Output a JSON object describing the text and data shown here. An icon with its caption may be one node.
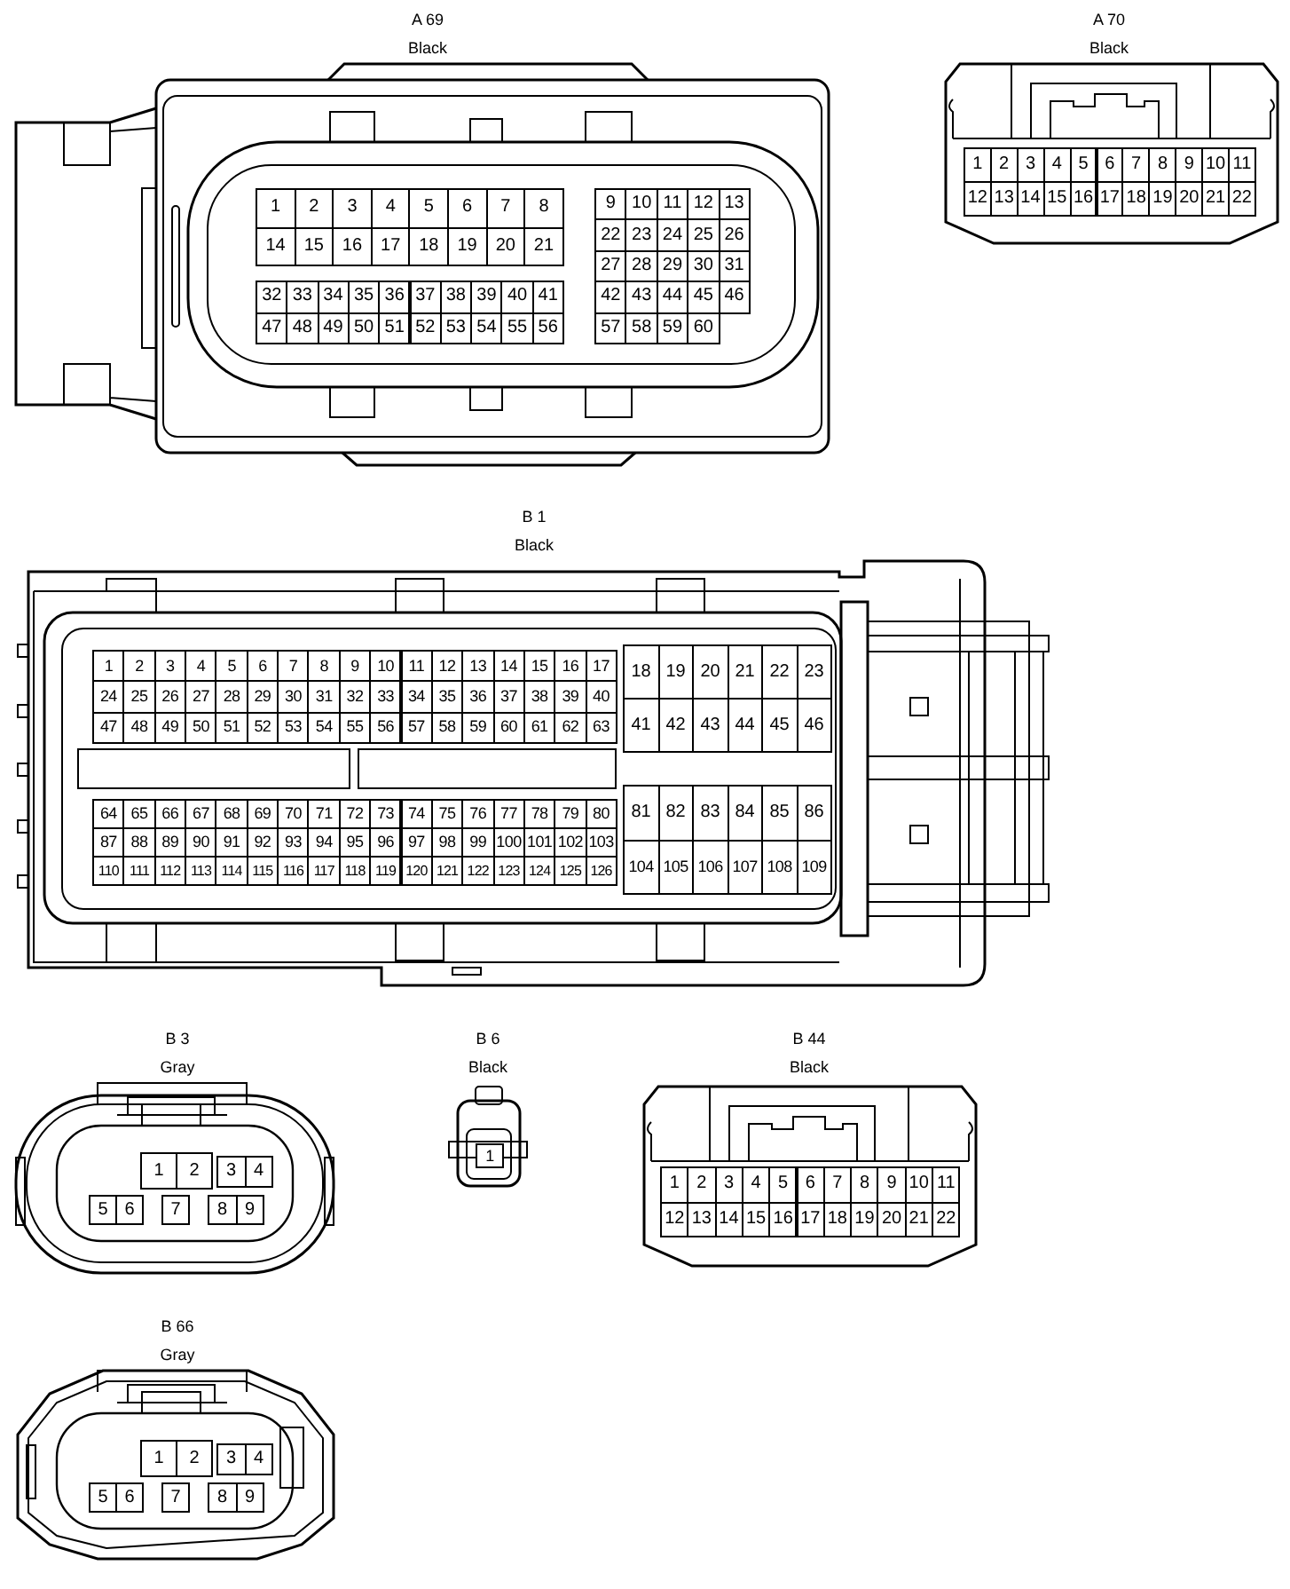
{
  "diagram": {
    "nodes": [
      {
        "text": [
          "A 69",
          "Black"
        ]
      },
      {
        "text": [
          "1"
        ],
        "in": 0
      },
      {
        "text": [
          "2"
        ],
        "in": 0
      },
      {
        "text": [
          "3"
        ],
        "in": 0
      },
      {
        "text": [
          "4"
        ],
        "in": 0
      },
      {
        "text": [
          "5"
        ],
        "in": 0
      },
      {
        "text": [
          "6"
        ],
        "in": 0
      },
      {
        "text": [
          "7"
        ],
        "in": 0
      },
      {
        "text": [
          "8"
        ],
        "in": 0
      },
      {
        "text": [
          "9"
        ],
        "in": 0
      },
      {
        "text": [
          "10"
        ],
        "in": 0
      },
      {
        "text": [
          "11"
        ],
        "in": 0
      },
      {
        "text": [
          "12"
        ],
        "in": 0
      },
      {
        "text": [
          "13"
        ],
        "in": 0
      },
      {
        "text": [
          "14"
        ],
        "in": 0
      },
      {
        "text": [
          "15"
        ],
        "in": 0
      },
      {
        "text": [
          "16"
        ],
        "in": 0
      },
      {
        "text": [
          "17"
        ],
        "in": 0
      },
      {
        "text": [
          "18"
        ],
        "in": 0
      },
      {
        "text": [
          "19"
        ],
        "in": 0
      },
      {
        "text": [
          "20"
        ],
        "in": 0
      },
      {
        "text": [
          "21"
        ],
        "in": 0
      },
      {
        "text": [
          "22"
        ],
        "in": 0
      },
      {
        "text": [
          "23"
        ],
        "in": 0
      },
      {
        "text": [
          "24"
        ],
        "in": 0
      },
      {
        "text": [
          "25"
        ],
        "in": 0
      },
      {
        "text": [
          "26"
        ],
        "in": 0
      },
      {
        "text": [
          "27"
        ],
        "in": 0
      },
      {
        "text": [
          "28"
        ],
        "in": 0
      },
      {
        "text": [
          "29"
        ],
        "in": 0
      },
      {
        "text": [
          "30"
        ],
        "in": 0
      },
      {
        "text": [
          "31"
        ],
        "in": 0
      },
      {
        "text": [
          "32"
        ],
        "in": 0
      },
      {
        "text": [
          "33"
        ],
        "in": 0
      },
      {
        "text": [
          "34"
        ],
        "in": 0
      },
      {
        "text": [
          "35"
        ],
        "in": 0
      },
      {
        "text": [
          "36"
        ],
        "in": 0
      },
      {
        "text": [
          "37"
        ],
        "in": 0
      },
      {
        "text": [
          "38"
        ],
        "in": 0
      },
      {
        "text": [
          "39"
        ],
        "in": 0
      },
      {
        "text": [
          "40"
        ],
        "in": 0
      },
      {
        "text": [
          "41"
        ],
        "in": 0
      },
      {
        "text": [
          "42"
        ],
        "in": 0
      },
      {
        "text": [
          "43"
        ],
        "in": 0
      },
      {
        "text": [
          "44"
        ],
        "in": 0
      },
      {
        "text": [
          "45"
        ],
        "in": 0
      },
      {
        "text": [
          "46"
        ],
        "in": 0
      },
      {
        "text": [
          "47"
        ],
        "in": 0
      },
      {
        "text": [
          "48"
        ],
        "in": 0
      },
      {
        "text": [
          "49"
        ],
        "in": 0
      },
      {
        "text": [
          "50"
        ],
        "in": 0
      },
      {
        "text": [
          "51"
        ],
        "in": 0
      },
      {
        "text": [
          "52"
        ],
        "in": 0
      },
      {
        "text": [
          "53"
        ],
        "in": 0
      },
      {
        "text": [
          "54"
        ],
        "in": 0
      },
      {
        "text": [
          "55"
        ],
        "in": 0
      },
      {
        "text": [
          "56"
        ],
        "in": 0
      },
      {
        "text": [
          "57"
        ],
        "in": 0
      },
      {
        "text": [
          "58"
        ],
        "in": 0
      },
      {
        "text": [
          "59"
        ],
        "in": 0
      },
      {
        "text": [
          "60"
        ],
        "in": 0
      },
      {
        "text": [
          "A 70",
          "Black"
        ]
      },
      {
        "text": [
          "1"
        ],
        "in": 61
      },
      {
        "text": [
          "2"
        ],
        "in": 61
      },
      {
        "text": [
          "3"
        ],
        "in": 61
      },
      {
        "text": [
          "4"
        ],
        "in": 61
      },
      {
        "text": [
          "5"
        ],
        "in": 61
      },
      {
        "text": [
          "6"
        ],
        "in": 61
      },
      {
        "text": [
          "7"
        ],
        "in": 61
      },
      {
        "text": [
          "8"
        ],
        "in": 61
      },
      {
        "text": [
          "9"
        ],
        "in": 61
      },
      {
        "text": [
          "10"
        ],
        "in": 61
      },
      {
        "text": [
          "11"
        ],
        "in": 61
      },
      {
        "text": [
          "12"
        ],
        "in": 61
      },
      {
        "text": [
          "13"
        ],
        "in": 61
      },
      {
        "text": [
          "14"
        ],
        "in": 61
      },
      {
        "text": [
          "15"
        ],
        "in": 61
      },
      {
        "text": [
          "16"
        ],
        "in": 61
      },
      {
        "text": [
          "17"
        ],
        "in": 61
      },
      {
        "text": [
          "18"
        ],
        "in": 61
      },
      {
        "text": [
          "19"
        ],
        "in": 61
      },
      {
        "text": [
          "20"
        ],
        "in": 61
      },
      {
        "text": [
          "21"
        ],
        "in": 61
      },
      {
        "text": [
          "22"
        ],
        "in": 61
      },
      {
        "text": [
          "B 1",
          "Black"
        ]
      },
      {
        "text": [
          "1"
        ],
        "in": 84
      },
      {
        "text": [
          "2"
        ],
        "in": 84
      },
      {
        "text": [
          "3"
        ],
        "in": 84
      },
      {
        "text": [
          "4"
        ],
        "in": 84
      },
      {
        "text": [
          "5"
        ],
        "in": 84
      },
      {
        "text": [
          "6"
        ],
        "in": 84
      },
      {
        "text": [
          "7"
        ],
        "in": 84
      },
      {
        "text": [
          "8"
        ],
        "in": 84
      },
      {
        "text": [
          "9"
        ],
        "in": 84
      },
      {
        "text": [
          "10"
        ],
        "in": 84
      },
      {
        "text": [
          "11"
        ],
        "in": 84
      },
      {
        "text": [
          "12"
        ],
        "in": 84
      },
      {
        "text": [
          "13"
        ],
        "in": 84
      },
      {
        "text": [
          "14"
        ],
        "in": 84
      },
      {
        "text": [
          "15"
        ],
        "in": 84
      },
      {
        "text": [
          "16"
        ],
        "in": 84
      },
      {
        "text": [
          "17"
        ],
        "in": 84
      },
      {
        "text": [
          "18"
        ],
        "in": 84
      },
      {
        "text": [
          "19"
        ],
        "in": 84
      },
      {
        "text": [
          "20"
        ],
        "in": 84
      },
      {
        "text": [
          "21"
        ],
        "in": 84
      },
      {
        "text": [
          "22"
        ],
        "in": 84
      },
      {
        "text": [
          "23"
        ],
        "in": 84
      },
      {
        "text": [
          "24"
        ],
        "in": 84
      },
      {
        "text": [
          "25"
        ],
        "in": 84
      },
      {
        "text": [
          "26"
        ],
        "in": 84
      },
      {
        "text": [
          "27"
        ],
        "in": 84
      },
      {
        "text": [
          "28"
        ],
        "in": 84
      },
      {
        "text": [
          "29"
        ],
        "in": 84
      },
      {
        "text": [
          "30"
        ],
        "in": 84
      },
      {
        "text": [
          "31"
        ],
        "in": 84
      },
      {
        "text": [
          "32"
        ],
        "in": 84
      },
      {
        "text": [
          "33"
        ],
        "in": 84
      },
      {
        "text": [
          "34"
        ],
        "in": 84
      },
      {
        "text": [
          "35"
        ],
        "in": 84
      },
      {
        "text": [
          "36"
        ],
        "in": 84
      },
      {
        "text": [
          "37"
        ],
        "in": 84
      },
      {
        "text": [
          "38"
        ],
        "in": 84
      },
      {
        "text": [
          "39"
        ],
        "in": 84
      },
      {
        "text": [
          "40"
        ],
        "in": 84
      },
      {
        "text": [
          "41"
        ],
        "in": 84
      },
      {
        "text": [
          "42"
        ],
        "in": 84
      },
      {
        "text": [
          "43"
        ],
        "in": 84
      },
      {
        "text": [
          "44"
        ],
        "in": 84
      },
      {
        "text": [
          "45"
        ],
        "in": 84
      },
      {
        "text": [
          "46"
        ],
        "in": 84
      },
      {
        "text": [
          "47"
        ],
        "in": 84
      },
      {
        "text": [
          "48"
        ],
        "in": 84
      },
      {
        "text": [
          "49"
        ],
        "in": 84
      },
      {
        "text": [
          "50"
        ],
        "in": 84
      },
      {
        "text": [
          "51"
        ],
        "in": 84
      },
      {
        "text": [
          "52"
        ],
        "in": 84
      },
      {
        "text": [
          "53"
        ],
        "in": 84
      },
      {
        "text": [
          "54"
        ],
        "in": 84
      },
      {
        "text": [
          "55"
        ],
        "in": 84
      },
      {
        "text": [
          "56"
        ],
        "in": 84
      },
      {
        "text": [
          "57"
        ],
        "in": 84
      },
      {
        "text": [
          "58"
        ],
        "in": 84
      },
      {
        "text": [
          "59"
        ],
        "in": 84
      },
      {
        "text": [
          "60"
        ],
        "in": 84
      },
      {
        "text": [
          "61"
        ],
        "in": 84
      },
      {
        "text": [
          "62"
        ],
        "in": 84
      },
      {
        "text": [
          "63"
        ],
        "in": 84
      },
      {
        "text": [
          "64"
        ],
        "in": 84
      },
      {
        "text": [
          "65"
        ],
        "in": 84
      },
      {
        "text": [
          "66"
        ],
        "in": 84
      },
      {
        "text": [
          "67"
        ],
        "in": 84
      },
      {
        "text": [
          "68"
        ],
        "in": 84
      },
      {
        "text": [
          "69"
        ],
        "in": 84
      },
      {
        "text": [
          "70"
        ],
        "in": 84
      },
      {
        "text": [
          "71"
        ],
        "in": 84
      },
      {
        "text": [
          "72"
        ],
        "in": 84
      },
      {
        "text": [
          "73"
        ],
        "in": 84
      },
      {
        "text": [
          "74"
        ],
        "in": 84
      },
      {
        "text": [
          "75"
        ],
        "in": 84
      },
      {
        "text": [
          "76"
        ],
        "in": 84
      },
      {
        "text": [
          "77"
        ],
        "in": 84
      },
      {
        "text": [
          "78"
        ],
        "in": 84
      },
      {
        "text": [
          "79"
        ],
        "in": 84
      },
      {
        "text": [
          "80"
        ],
        "in": 84
      },
      {
        "text": [
          "81"
        ],
        "in": 84
      },
      {
        "text": [
          "82"
        ],
        "in": 84
      },
      {
        "text": [
          "83"
        ],
        "in": 84
      },
      {
        "text": [
          "84"
        ],
        "in": 84
      },
      {
        "text": [
          "85"
        ],
        "in": 84
      },
      {
        "text": [
          "86"
        ],
        "in": 84
      },
      {
        "text": [
          "87"
        ],
        "in": 84
      },
      {
        "text": [
          "88"
        ],
        "in": 84
      },
      {
        "text": [
          "89"
        ],
        "in": 84
      },
      {
        "text": [
          "90"
        ],
        "in": 84
      },
      {
        "text": [
          "91"
        ],
        "in": 84
      },
      {
        "text": [
          "92"
        ],
        "in": 84
      },
      {
        "text": [
          "93"
        ],
        "in": 84
      },
      {
        "text": [
          "94"
        ],
        "in": 84
      },
      {
        "text": [
          "95"
        ],
        "in": 84
      },
      {
        "text": [
          "96"
        ],
        "in": 84
      },
      {
        "text": [
          "97"
        ],
        "in": 84
      },
      {
        "text": [
          "98"
        ],
        "in": 84
      },
      {
        "text": [
          "99"
        ],
        "in": 84
      },
      {
        "text": [
          "100"
        ],
        "in": 84
      },
      {
        "text": [
          "101"
        ],
        "in": 84
      },
      {
        "text": [
          "102"
        ],
        "in": 84
      },
      {
        "text": [
          "103"
        ],
        "in": 84
      },
      {
        "text": [
          "104"
        ],
        "in": 84
      },
      {
        "text": [
          "105"
        ],
        "in": 84
      },
      {
        "text": [
          "106"
        ],
        "in": 84
      },
      {
        "text": [
          "107"
        ],
        "in": 84
      },
      {
        "text": [
          "108"
        ],
        "in": 84
      },
      {
        "text": [
          "109"
        ],
        "in": 84
      },
      {
        "text": [
          "110"
        ],
        "in": 84
      },
      {
        "text": [
          "111"
        ],
        "in": 84
      },
      {
        "text": [
          "112"
        ],
        "in": 84
      },
      {
        "text": [
          "113"
        ],
        "in": 84
      },
      {
        "text": [
          "114"
        ],
        "in": 84
      },
      {
        "text": [
          "115"
        ],
        "in": 84
      },
      {
        "text": [
          "116"
        ],
        "in": 84
      },
      {
        "text": [
          "117"
        ],
        "in": 84
      },
      {
        "text": [
          "118"
        ],
        "in": 84
      },
      {
        "text": [
          "119"
        ],
        "in": 84
      },
      {
        "text": [
          "120"
        ],
        "in": 84
      },
      {
        "text": [
          "121"
        ],
        "in": 84
      },
      {
        "text": [
          "122"
        ],
        "in": 84
      },
      {
        "text": [
          "123"
        ],
        "in": 84
      },
      {
        "text": [
          "124"
        ],
        "in": 84
      },
      {
        "text": [
          "125"
        ],
        "in": 84
      },
      {
        "text": [
          "126"
        ],
        "in": 84
      },
      {
        "text": [
          "B 3",
          "Gray"
        ]
      },
      {
        "text": [
          "1"
        ],
        "in": 211
      },
      {
        "text": [
          "2"
        ],
        "in": 211
      },
      {
        "text": [
          "3"
        ],
        "in": 211
      },
      {
        "text": [
          "4"
        ],
        "in": 211
      },
      {
        "text": [
          "5"
        ],
        "in": 211
      },
      {
        "text": [
          "6"
        ],
        "in": 211
      },
      {
        "text": [
          "7"
        ],
        "in": 211
      },
      {
        "text": [
          "8"
        ],
        "in": 211
      },
      {
        "text": [
          "9"
        ],
        "in": 211
      },
      {
        "text": [
          "B 6",
          "Black"
        ]
      },
      {
        "text": [
          "1"
        ],
        "in": 221
      },
      {
        "text": [
          "B 44",
          "Black"
        ]
      },
      {
        "text": [
          "1"
        ],
        "in": 223
      },
      {
        "text": [
          "2"
        ],
        "in": 223
      },
      {
        "text": [
          "3"
        ],
        "in": 223
      },
      {
        "text": [
          "4"
        ],
        "in": 223
      },
      {
        "text": [
          "5"
        ],
        "in": 223
      },
      {
        "text": [
          "6"
        ],
        "in": 223
      },
      {
        "text": [
          "7"
        ],
        "in": 223
      },
      {
        "text": [
          "8"
        ],
        "in": 223
      },
      {
        "text": [
          "9"
        ],
        "in": 223
      },
      {
        "text": [
          "10"
        ],
        "in": 223
      },
      {
        "text": [
          "11"
        ],
        "in": 223
      },
      {
        "text": [
          "12"
        ],
        "in": 223
      },
      {
        "text": [
          "13"
        ],
        "in": 223
      },
      {
        "text": [
          "14"
        ],
        "in": 223
      },
      {
        "text": [
          "15"
        ],
        "in": 223
      },
      {
        "text": [
          "16"
        ],
        "in": 223
      },
      {
        "text": [
          "17"
        ],
        "in": 223
      },
      {
        "text": [
          "18"
        ],
        "in": 223
      },
      {
        "text": [
          "19"
        ],
        "in": 223
      },
      {
        "text": [
          "20"
        ],
        "in": 223
      },
      {
        "text": [
          "21"
        ],
        "in": 223
      },
      {
        "text": [
          "22"
        ],
        "in": 223
      },
      {
        "text": [
          "B 66",
          "Gray"
        ]
      },
      {
        "text": [
          "1"
        ],
        "in": 246
      },
      {
        "text": [
          "2"
        ],
        "in": 246
      },
      {
        "text": [
          "3"
        ],
        "in": 246
      },
      {
        "text": [
          "4"
        ],
        "in": 246
      },
      {
        "text": [
          "5"
        ],
        "in": 246
      },
      {
        "text": [
          "6"
        ],
        "in": 246
      },
      {
        "text": [
          "7"
        ],
        "in": 246
      },
      {
        "text": [
          "8"
        ],
        "in": 246
      },
      {
        "text": [
          "9"
        ],
        "in": 246
      }
    ]
  }
}
